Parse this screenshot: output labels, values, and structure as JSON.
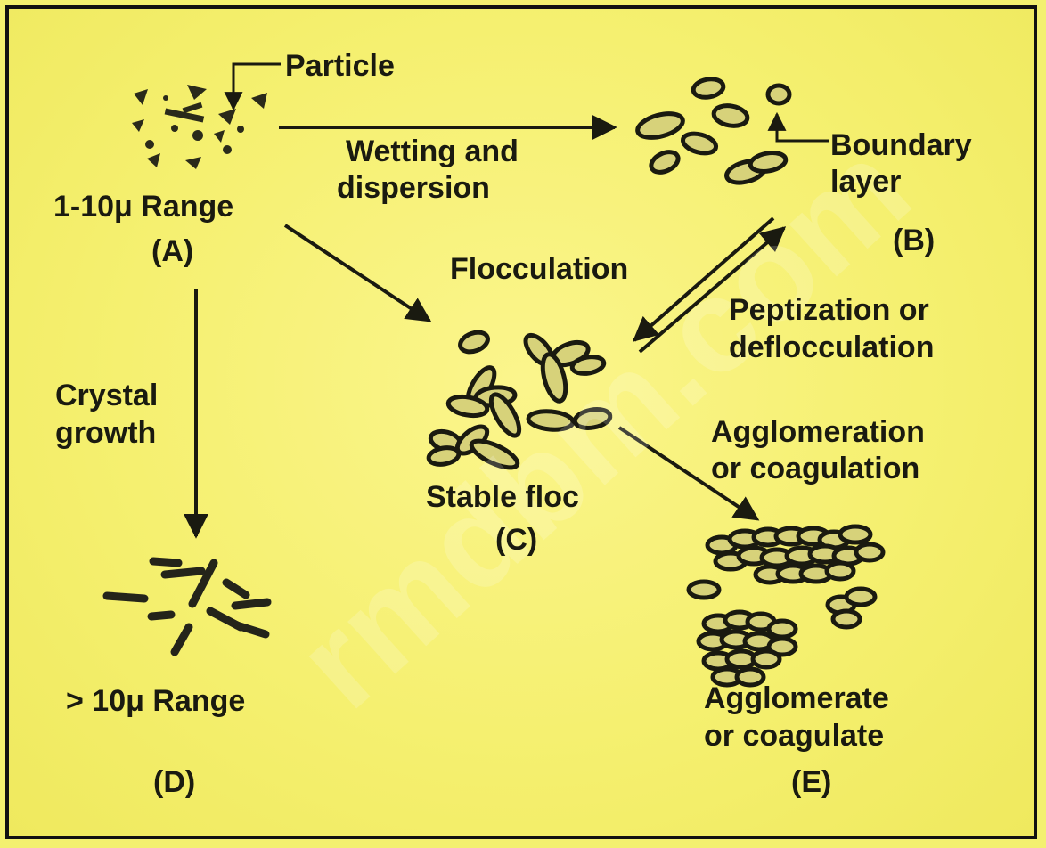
{
  "labels": {
    "particle": "Particle",
    "range_a": "1-10μ Range",
    "tag_a": "(A)",
    "wetting_1": "Wetting and",
    "wetting_2": "dispersion",
    "boundary_1": "Boundary",
    "boundary_2": "layer",
    "tag_b": "(B)",
    "flocculation": "Flocculation",
    "peptization_1": "Peptization or",
    "peptization_2": "deflocculation",
    "crystal_1": "Crystal",
    "crystal_2": "growth",
    "stable_floc": "Stable floc",
    "tag_c": "(C)",
    "agglomeration_1": "Agglomeration",
    "agglomeration_2": "or coagulation",
    "range_d": "> 10μ Range",
    "tag_d": "(D)",
    "agglomerate_1": "Agglomerate",
    "agglomerate_2": "or coagulate",
    "tag_e": "(E)",
    "watermark": "rmdbm.com"
  },
  "colors": {
    "background": "#f3f070",
    "ink": "#1a1a10",
    "particle_fill": "#d7d27a"
  }
}
